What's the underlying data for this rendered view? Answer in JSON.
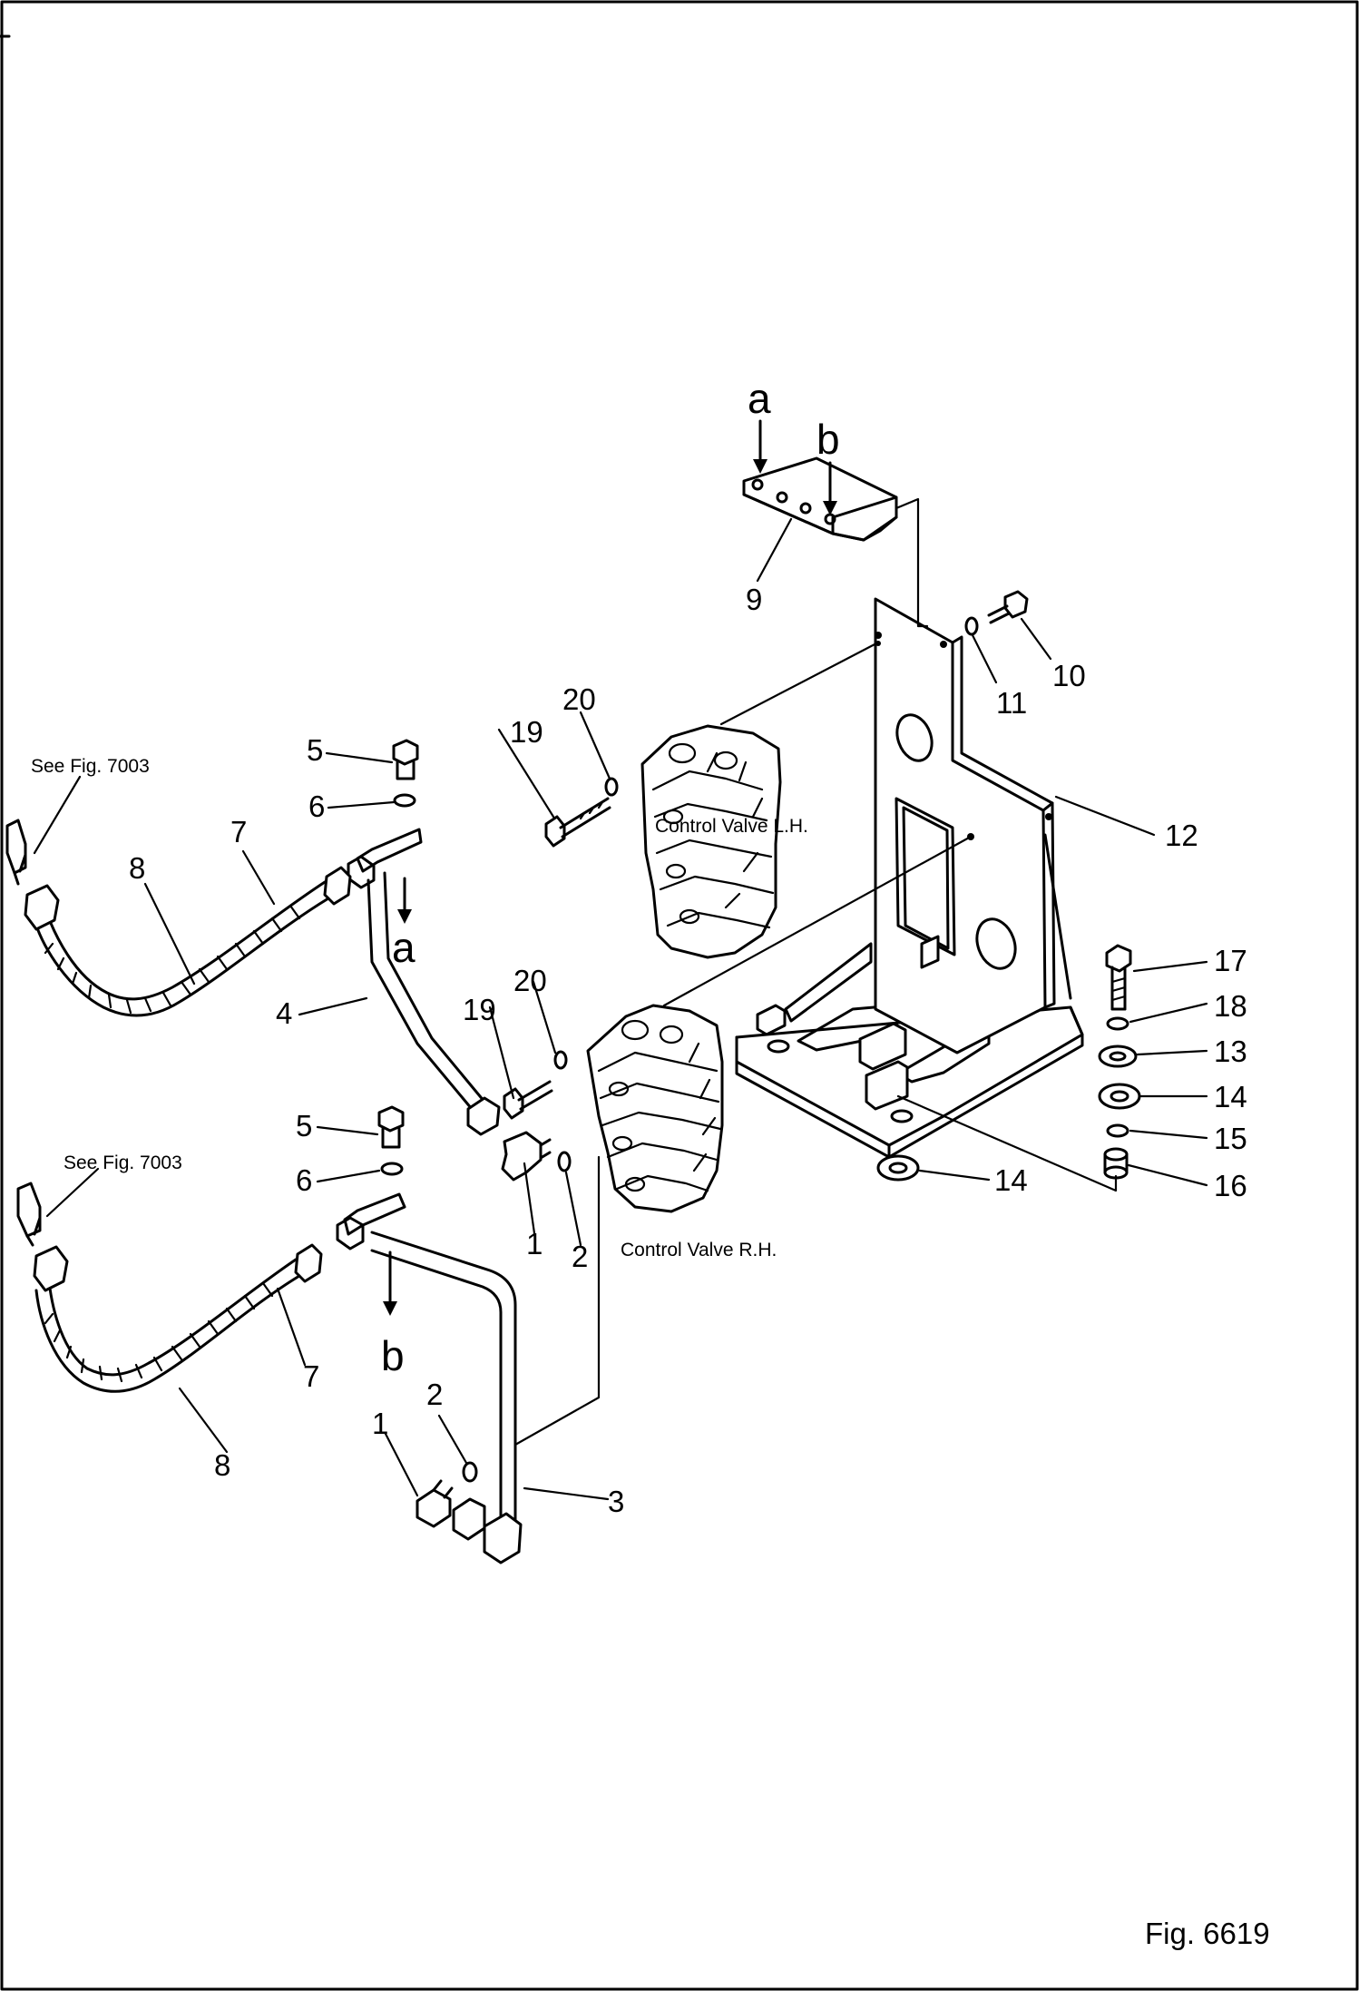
{
  "figure": {
    "number": "Fig. 6619",
    "view_labels": [
      "a",
      "b",
      "a",
      "b"
    ],
    "see_refs": [
      "See Fig. 7003",
      "See Fig. 7003"
    ],
    "component_labels": [
      "Control Valve L.H.",
      "Control Valve R.H."
    ]
  },
  "callouts": [
    "1",
    "2",
    "3",
    "4",
    "5",
    "6",
    "7",
    "8",
    "9",
    "10",
    "11",
    "12",
    "13",
    "14",
    "15",
    "16",
    "17",
    "18",
    "19",
    "20"
  ],
  "callout_repeats": {
    "1": [
      "1",
      "1"
    ],
    "2": [
      "2",
      "2"
    ],
    "5": [
      "5",
      "5"
    ],
    "6": [
      "6",
      "6"
    ],
    "7": [
      "7",
      "7"
    ],
    "8": [
      "8",
      "8"
    ],
    "14": [
      "14",
      "14"
    ],
    "19": [
      "19",
      "19"
    ],
    "20": [
      "20",
      "20"
    ]
  }
}
